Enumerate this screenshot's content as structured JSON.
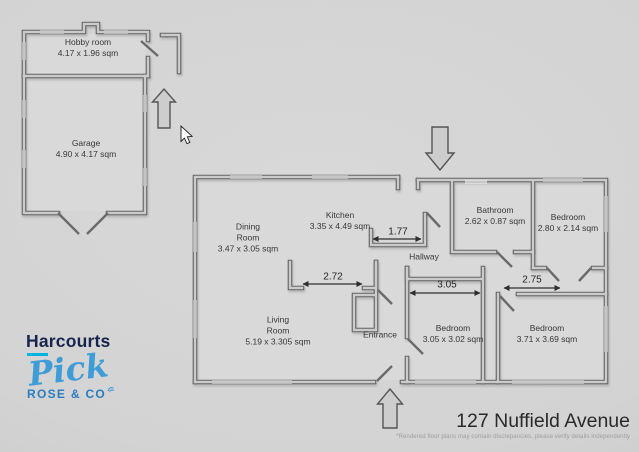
{
  "plan": {
    "rooms": {
      "hobby": {
        "name": "Hobby room",
        "dims": "4.17 x 1.96 sqm"
      },
      "garage": {
        "name": "Garage",
        "dims": "4.90 x 4.17 sqm"
      },
      "dining": {
        "name": "Dining Room",
        "dims": "3.47 x 3.05 sqm"
      },
      "kitchen": {
        "name": "Kitchen",
        "dims": "3.35 x 4.49 sqm"
      },
      "hallway": {
        "name": "Hallway"
      },
      "bathroom": {
        "name": "Bathroom",
        "dims": "2.62 x 0.87 sqm"
      },
      "bedroom_top": {
        "name": "Bedroom",
        "dims": "2.80 x 2.14 sqm"
      },
      "living": {
        "name": "Living Room",
        "dims": "5.19 x 3.305 sqm"
      },
      "entrance": {
        "name": "Entrance"
      },
      "bedroom_mid": {
        "name": "Bedroom",
        "dims": "3.05 x 3.02 sqm"
      },
      "bedroom_right": {
        "name": "Bedroom",
        "dims": "3.71 x 3.69 sqm"
      }
    },
    "measurements": {
      "hall_width": "1.77",
      "living_opening": "2.72",
      "bedroom_mid_width": "3.05",
      "bedroom_right_width": "2.75"
    }
  },
  "branding": {
    "brand": "Harcourts",
    "team_name": "Pick",
    "team_sub": "ROSE & CO",
    "navy": "#18244e",
    "cyan": "#00b5e2",
    "blue": "#2a7cbf",
    "light_blue": "#3f9cd6"
  },
  "footer": {
    "address": "127 Nuffield Avenue",
    "disclaimer": "*Rendered floor plans may contain discrepancies, please verify details independently"
  }
}
